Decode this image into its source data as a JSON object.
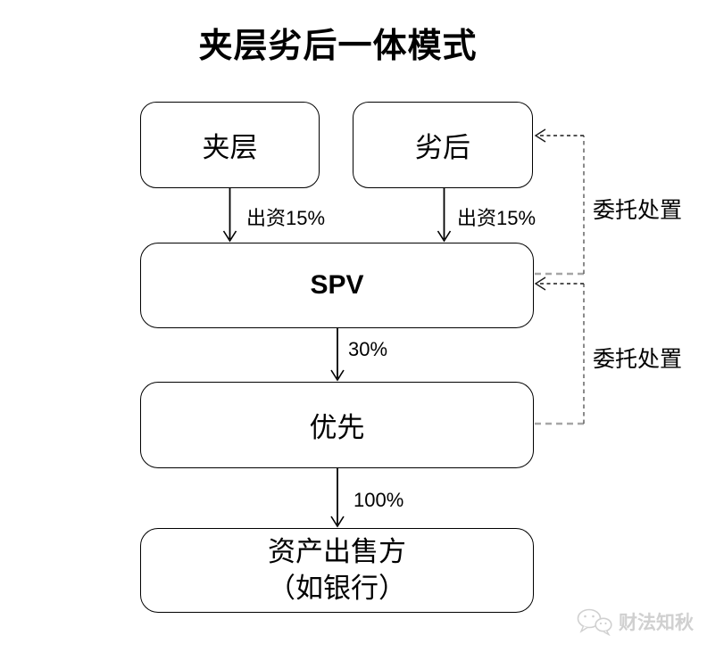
{
  "title": "夹层劣后一体模式",
  "nodes": {
    "mezzanine": {
      "label": "夹层"
    },
    "subordinate": {
      "label": "劣后"
    },
    "spv": {
      "label": "SPV"
    },
    "senior": {
      "label": "优先"
    },
    "seller": {
      "line1": "资产出售方",
      "line2": "（如银行）"
    }
  },
  "edges": {
    "mezzanine_to_spv": {
      "label": "出资15%",
      "style": "solid-arrow-down"
    },
    "subordinate_to_spv": {
      "label": "出资15%",
      "style": "solid-arrow-down"
    },
    "spv_to_senior": {
      "label": "30%",
      "style": "solid-arrow-down"
    },
    "senior_to_seller": {
      "label": "100%",
      "style": "solid-arrow-down"
    },
    "spv_to_subordinate": {
      "label": "委托处置",
      "style": "dashed-arrow-left"
    },
    "senior_to_spv": {
      "label": "委托处置",
      "style": "dashed-arrow-left"
    }
  },
  "watermark": {
    "text": "财法知秋",
    "icon": "wechat-logo-icon"
  },
  "colors": {
    "line": "#000000",
    "dashed_gray": "#a6a6a6",
    "dashed_dark": "#595959",
    "watermark_gray": "#d0d0d0",
    "background": "#ffffff"
  }
}
